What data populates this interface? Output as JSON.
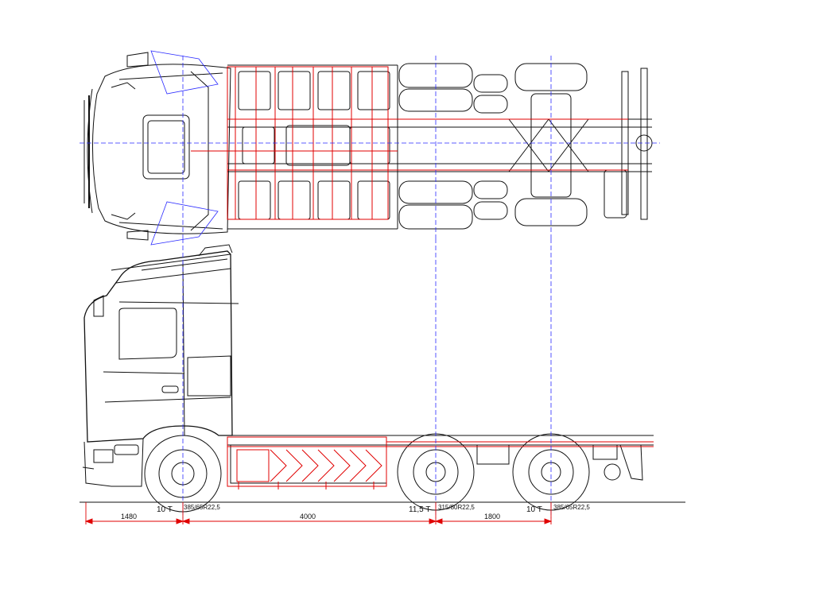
{
  "dimensions": {
    "front_overhang": "1480",
    "wheelbase_1": "4000",
    "wheelbase_2": "1800"
  },
  "axles": [
    {
      "load": "10  T",
      "tyre": "385/65R22,5"
    },
    {
      "load": "11,5  T",
      "tyre": "315/80R22,5"
    },
    {
      "load": "10  T",
      "tyre": "385/65R22,5"
    }
  ],
  "colors": {
    "outline": "#111111",
    "overlay": "#e00000",
    "centerline": "#2a2aff"
  }
}
